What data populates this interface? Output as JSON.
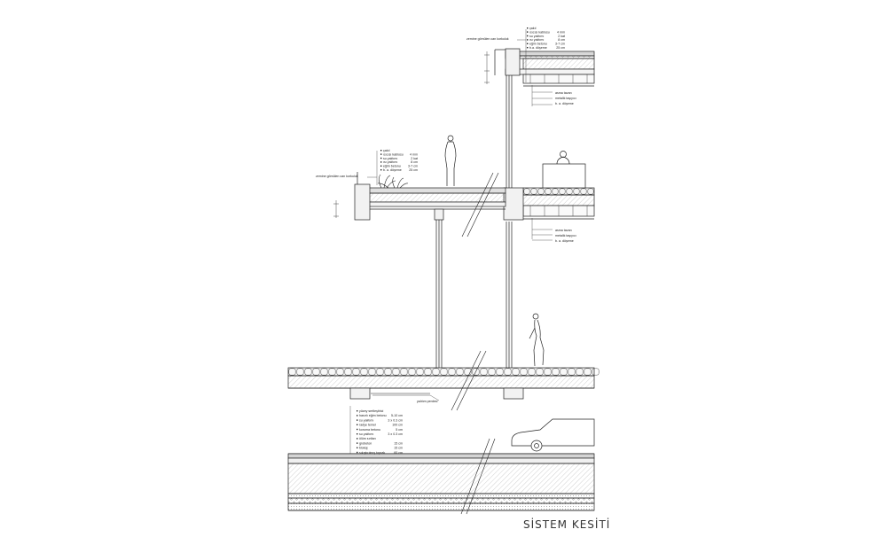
{
  "title": "SİSTEM KESİTİ",
  "roof_top": {
    "label": "zemine gömülen can korkuluk",
    "layers": [
      {
        "name": "çakıl",
        "thk": ""
      },
      {
        "name": "ısıcısı kablosu",
        "thk": "4 mm"
      },
      {
        "name": "su yalıtımı",
        "thk": "2 kat"
      },
      {
        "name": "ısı yalıtımı",
        "thk": "8 cm"
      },
      {
        "name": "eğim betonu",
        "thk": "3-7 cm"
      },
      {
        "name": "b.a. döşeme",
        "thk": "25 cm"
      }
    ]
  },
  "roof_mid": {
    "label": "zemine gömülen can korkuluk",
    "layers": [
      {
        "name": "çakıl",
        "thk": ""
      },
      {
        "name": "ısıcısı kablosu",
        "thk": "4 mm"
      },
      {
        "name": "su yalıtımı",
        "thk": "2 kat"
      },
      {
        "name": "ısı yalıtımı",
        "thk": "8 cm"
      },
      {
        "name": "eğim betonu",
        "thk": "3-7 cm"
      },
      {
        "name": "b. a. döşeme",
        "thk": "25 cm"
      }
    ]
  },
  "ceiling_top": {
    "items": [
      "asma tavan",
      "metalik taşıyıcı",
      "b. a. döşeme"
    ]
  },
  "ceiling_mid": {
    "items": [
      "asma tavan",
      "metalik taşıyıcı",
      "b. a. döşeme"
    ]
  },
  "foundation_label": "yalıtım perdesi",
  "ground": {
    "layers": [
      {
        "name": "yüzey sertleştirici",
        "thk": ""
      },
      {
        "name": "hasırlı eğim betonu",
        "thk": "5-10 cm"
      },
      {
        "name": "su yalıtımı",
        "thk": "3 x 0.3 cm"
      },
      {
        "name": "radye temel",
        "thk": "100 cm"
      },
      {
        "name": "koruma betonu",
        "thk": "5 cm"
      },
      {
        "name": "su yalıtımı",
        "thk": "3 x 0.3 cm"
      },
      {
        "name": "ölüm sırtları",
        "thk": ""
      },
      {
        "name": "grobeton",
        "thk": "15 cm"
      },
      {
        "name": "blokaj",
        "thk": "15 cm"
      },
      {
        "name": "sıkıştırılmış toprak",
        "thk": "60 cm"
      }
    ]
  },
  "colors": {
    "line": "#222222",
    "hatch": "#9a9a9a",
    "fill": "#ececec"
  }
}
